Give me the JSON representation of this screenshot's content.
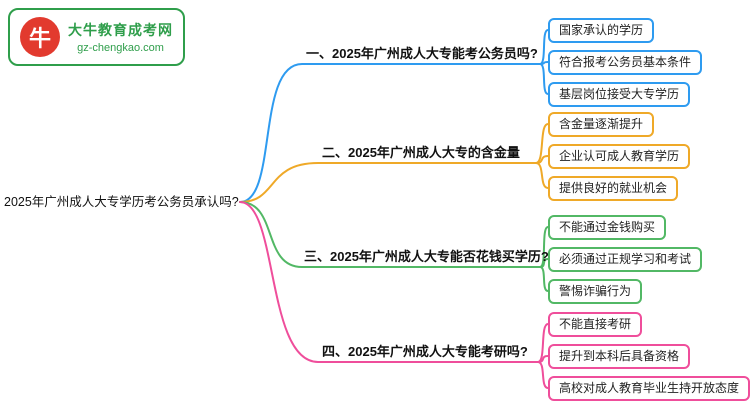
{
  "logo": {
    "site_name": "大牛教育成考网",
    "site_url": "gz-chengkao.com",
    "mark": "牛"
  },
  "palette": {
    "logo_green": "#2f9e4b",
    "logo_red": "#e23a2e",
    "text": "#111111"
  },
  "root": {
    "label": "2025年广州成人大专学历考公务员承认吗?"
  },
  "branches": [
    {
      "label": "一、2025年广州成人大专能考公务员吗?",
      "color": "#2e9bf0",
      "children": [
        "国家承认的学历",
        "符合报考公务员基本条件",
        "基层岗位接受大专学历"
      ]
    },
    {
      "label": "二、2025年广州成人大专的含金量",
      "color": "#efa928",
      "children": [
        "含金量逐渐提升",
        "企业认可成人教育学历",
        "提供良好的就业机会"
      ]
    },
    {
      "label": "三、2025年广州成人大专能否花钱买学历?",
      "color": "#52b865",
      "children": [
        "不能通过金钱购买",
        "必须通过正规学习和考试",
        "警惕诈骗行为"
      ]
    },
    {
      "label": "四、2025年广州成人大专能考研吗?",
      "color": "#ef4e9b",
      "children": [
        "不能直接考研",
        "提升到本科后具备资格",
        "高校对成人教育毕业生持开放态度"
      ]
    }
  ]
}
